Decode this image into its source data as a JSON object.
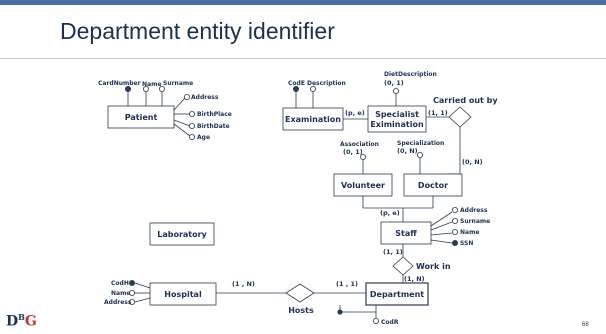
{
  "slide": {
    "title": "Department entity identifier",
    "page_number": "68"
  },
  "logo": {
    "d": "D",
    "b": "B",
    "g": "G"
  },
  "entities": {
    "patient": "Patient",
    "examination": "Examination",
    "specialist_line1": "Specialist",
    "specialist_line2": "Eximination",
    "volunteer": "Volunteer",
    "doctor": "Doctor",
    "staff": "Staff",
    "laboratory": "Laboratory",
    "hospital": "Hospital",
    "department": "Department"
  },
  "relationships": {
    "carried_out_by": "Carried out by",
    "work_in": "Work in",
    "hosts": "Hosts"
  },
  "attributes": {
    "patient": [
      "CardNumber",
      "Name",
      "Surname",
      "Address",
      "BirthPlace",
      "BirthDate",
      "Age"
    ],
    "examination": [
      "CodE",
      "Description"
    ],
    "specialist": "DietDescription",
    "volunteer": "Association",
    "doctor": "Specialization",
    "staff": [
      "Address",
      "Surname",
      "Name",
      "SSN"
    ],
    "hospital": [
      "CodH",
      "Name",
      "Address"
    ],
    "department": "CodR"
  },
  "cardinalities": {
    "diet_description": "(0, 1)",
    "examination_isa": "(p, e)",
    "specialist_carried": "(1, 1)",
    "association": "(0, 1)",
    "specialization": "(0, N)",
    "doctor_carried": "(0, N)",
    "staff_isa": "(p, e)",
    "staff_work_in": "(1, 1)",
    "department_work_in": "(1, N)",
    "hospital_hosts": "(1 , N)",
    "department_hosts": "(1 , 1)"
  }
}
